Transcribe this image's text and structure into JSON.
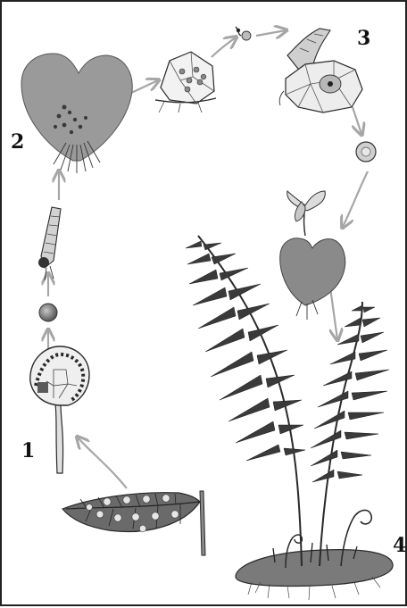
{
  "stage_labels": {
    "one": "1",
    "two": "2",
    "three": "3",
    "four": "4"
  },
  "colors": {
    "arrow": "#a6a6a6",
    "ink": "#2a2a2a",
    "prothallus_fill": "#9a9a9a",
    "pale_fill": "#d9d9d9",
    "frond": "#3a3a3a",
    "sorus": "#e6e6e6"
  }
}
